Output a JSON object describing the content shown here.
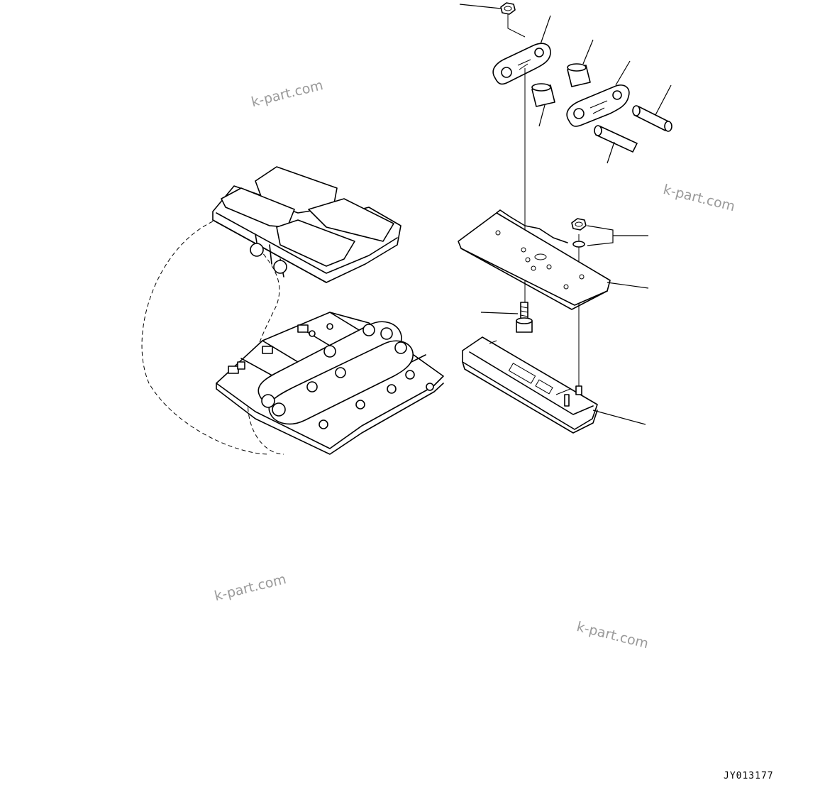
{
  "drawing_code": "JY013177",
  "watermark_text": "k-part.com",
  "parts": [
    {
      "id": "nut-top",
      "icon": "hex-nut-icon"
    },
    {
      "id": "link-left",
      "icon": "track-link-icon"
    },
    {
      "id": "bushing-upper",
      "icon": "bushing-icon"
    },
    {
      "id": "bushing-lower",
      "icon": "bushing-icon"
    },
    {
      "id": "link-right",
      "icon": "track-link-icon"
    },
    {
      "id": "master-pin",
      "icon": "pin-icon"
    },
    {
      "id": "pin",
      "icon": "pin-icon"
    },
    {
      "id": "nut-washer",
      "icon": "hex-nut-icon"
    },
    {
      "id": "shoe-plate",
      "icon": "track-shoe-icon"
    },
    {
      "id": "shoe-bolt",
      "icon": "bolt-icon"
    },
    {
      "id": "rubber-pad",
      "icon": "rubber-pad-icon"
    }
  ]
}
